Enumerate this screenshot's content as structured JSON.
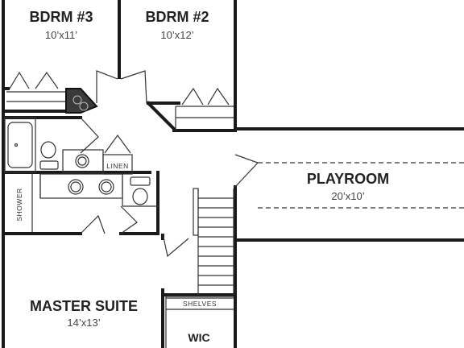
{
  "rooms": {
    "bdrm3": {
      "name": "BDRM #3",
      "dim": "10’x11’"
    },
    "bdrm2": {
      "name": "BDRM #2",
      "dim": "10’x12’"
    },
    "playroom": {
      "name": "PLAYROOM",
      "dim": "20’x10’"
    },
    "master": {
      "name": "MASTER SUITE",
      "dim": "14’x13’"
    },
    "wic": {
      "name": "WIC"
    }
  },
  "labels": {
    "linen": "LINEN",
    "shower": "SHOWER",
    "shelves": "SHELVES"
  }
}
